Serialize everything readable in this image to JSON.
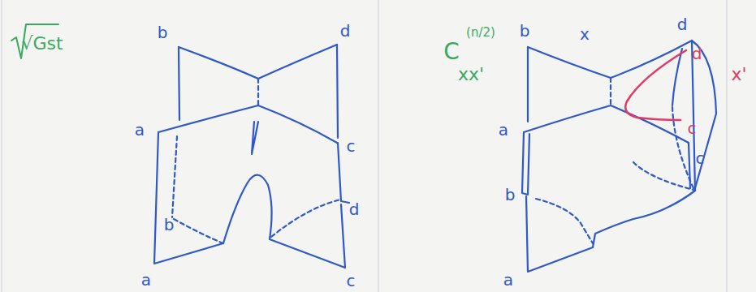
{
  "diagram": {
    "labels": [
      "√Gst",
      "b",
      "d",
      "a",
      "c",
      "b",
      "d",
      "a",
      "c",
      "C",
      "(n/2)",
      "xx'",
      "b",
      "x",
      "d",
      "d",
      "x'",
      "c",
      "a",
      "c",
      "b",
      "a"
    ]
  }
}
